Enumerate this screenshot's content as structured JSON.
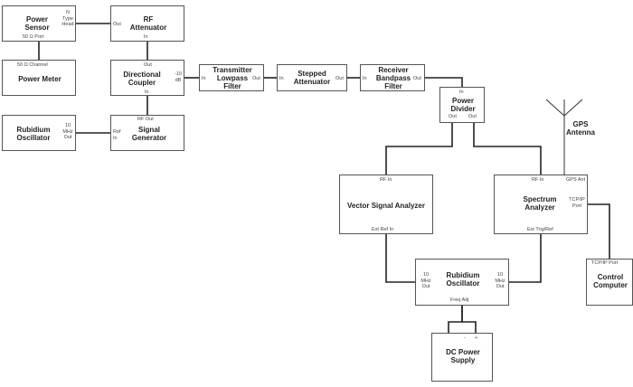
{
  "blocks": {
    "power_sensor": {
      "title": [
        "Power",
        "Sensor"
      ],
      "port_bottom": "50 Ω Port",
      "port_right": [
        "N",
        "Type",
        "Head"
      ]
    },
    "rf_attenuator": {
      "title": [
        "RF",
        "Attenuator"
      ],
      "port_left": "Out",
      "port_bottom": "In"
    },
    "power_meter": {
      "title": [
        "Power Meter"
      ],
      "port_top": "50 Ω Channel"
    },
    "directional_coupler": {
      "title": [
        "Directional",
        "Coupler"
      ],
      "port_top": "Out",
      "port_bottom": "In",
      "port_right": [
        "-10",
        "dB"
      ]
    },
    "tx_lowpass": {
      "title": [
        "Transmitter",
        "Lowpass",
        "Filter"
      ],
      "port_left": "In",
      "port_right": "Out"
    },
    "stepped_attenuator": {
      "title": [
        "Stepped",
        "Attenuator"
      ],
      "port_left": "In",
      "port_right": "Out"
    },
    "rx_bandpass": {
      "title": [
        "Receiver",
        "Bandpass",
        "Filter"
      ],
      "port_left": "In",
      "port_right": "Out"
    },
    "rubidium_osc_left": {
      "title": [
        "Rubidium",
        "Oscillator"
      ],
      "port_right": [
        "10",
        "MHz",
        "Out"
      ]
    },
    "signal_generator": {
      "title": [
        "Signal",
        "Generator"
      ],
      "port_top": "RF Out",
      "port_left": [
        "Ref",
        "In"
      ]
    },
    "power_divider": {
      "title": [
        "Power",
        "Divider"
      ],
      "port_top": "In",
      "port_bottom_left": "Out",
      "port_bottom_right": "Out"
    },
    "vsa": {
      "title": [
        "Vector Signal Analyzer"
      ],
      "port_top": "RF In",
      "port_bottom": "Ext Ref In"
    },
    "spectrum_analyzer": {
      "title": [
        "Spectrum",
        "Analyzer"
      ],
      "port_top_left": "RF In",
      "port_top_right": "GPS Ant",
      "port_right": [
        "TCP/IP",
        "Port"
      ],
      "port_bottom": "Ext Trig/Ref"
    },
    "control_computer": {
      "title": [
        "Control",
        "Computer"
      ],
      "port_top": "TCP/IP Port"
    },
    "rubidium_osc_center": {
      "title": [
        "Rubidium",
        "Oscillator"
      ],
      "port_left": [
        "10",
        "MHz",
        "Out"
      ],
      "port_right": [
        "10",
        "MHz",
        "Out"
      ],
      "port_bottom": "Freq Adj"
    },
    "dc_power_supply": {
      "title": [
        "DC Power",
        "Supply"
      ],
      "port_top_left": "-",
      "port_top_right": "+"
    }
  },
  "gps_antenna": {
    "label": [
      "GPS",
      "Antenna"
    ]
  }
}
